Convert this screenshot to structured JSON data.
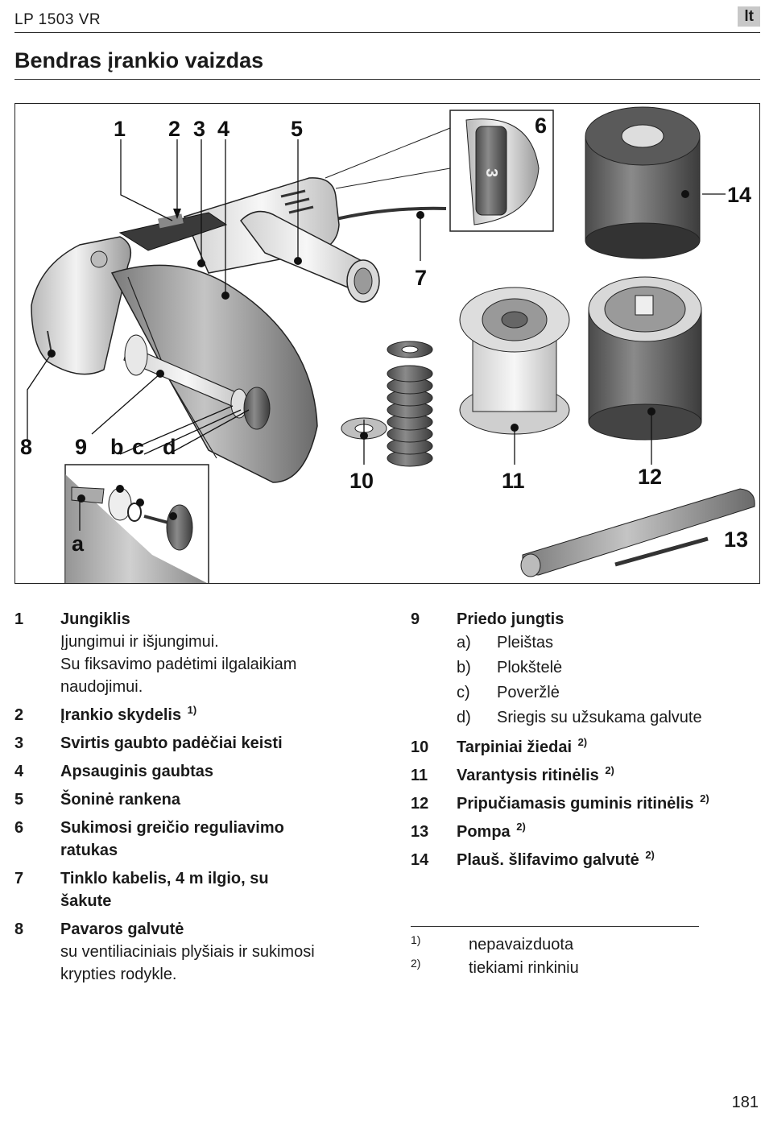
{
  "header": {
    "model": "LP 1503 VR",
    "lang": "lt"
  },
  "page_title": "Bendras įrankio vaizdas",
  "figure": {
    "callouts": [
      "1",
      "2",
      "3",
      "4",
      "5",
      "6",
      "7",
      "8",
      "9",
      "b",
      "c",
      "d",
      "a",
      "10",
      "11",
      "12",
      "13",
      "14"
    ],
    "dial_digit": "3"
  },
  "items_left": [
    {
      "num": "1",
      "label": "Jungiklis",
      "sup": "",
      "desc": [
        "Įjungimui ir išjungimui.",
        "Su fiksavimo padėtimi ilgalaikiam naudojimui."
      ]
    },
    {
      "num": "2",
      "label": "Įrankio skydelis",
      "sup": "1)",
      "desc": []
    },
    {
      "num": "3",
      "label": "Svirtis gaubto padėčiai keisti",
      "sup": "",
      "desc": []
    },
    {
      "num": "4",
      "label": "Apsauginis gaubtas",
      "sup": "",
      "desc": []
    },
    {
      "num": "5",
      "label": "Šoninė rankena",
      "sup": "",
      "desc": []
    },
    {
      "num": "6",
      "label": "Sukimosi greičio reguliavimo ratukas",
      "sup": "",
      "desc": []
    },
    {
      "num": "7",
      "label": "Tinklo kabelis, 4 m ilgio, su šakute",
      "sup": "",
      "desc": []
    },
    {
      "num": "8",
      "label": "Pavaros galvutė",
      "sup": "",
      "desc": [
        "su ventiliaciniais plyšiais ir sukimosi krypties rodykle."
      ]
    }
  ],
  "item9": {
    "num": "9",
    "label": "Priedo jungtis",
    "subs": [
      {
        "letter": "a)",
        "text": "Pleištas"
      },
      {
        "letter": "b)",
        "text": "Plokštelė"
      },
      {
        "letter": "c)",
        "text": "Poveržlė"
      },
      {
        "letter": "d)",
        "text": "Sriegis su užsukama galvute"
      }
    ]
  },
  "items_right": [
    {
      "num": "10",
      "label": "Tarpiniai žiedai",
      "sup": "2)"
    },
    {
      "num": "11",
      "label": "Varantysis ritinėlis",
      "sup": "2)"
    },
    {
      "num": "12",
      "label": "Pripučiamasis guminis ritinėlis",
      "sup": "2)"
    },
    {
      "num": "13",
      "label": "Pompa",
      "sup": "2)"
    },
    {
      "num": "14",
      "label": "Plauš. šlifavimo galvutė",
      "sup": "2)"
    }
  ],
  "footnotes": [
    {
      "mark": "1)",
      "text": "nepavaizduota"
    },
    {
      "mark": "2)",
      "text": "tiekiami rinkiniu"
    }
  ],
  "page_number": "181"
}
